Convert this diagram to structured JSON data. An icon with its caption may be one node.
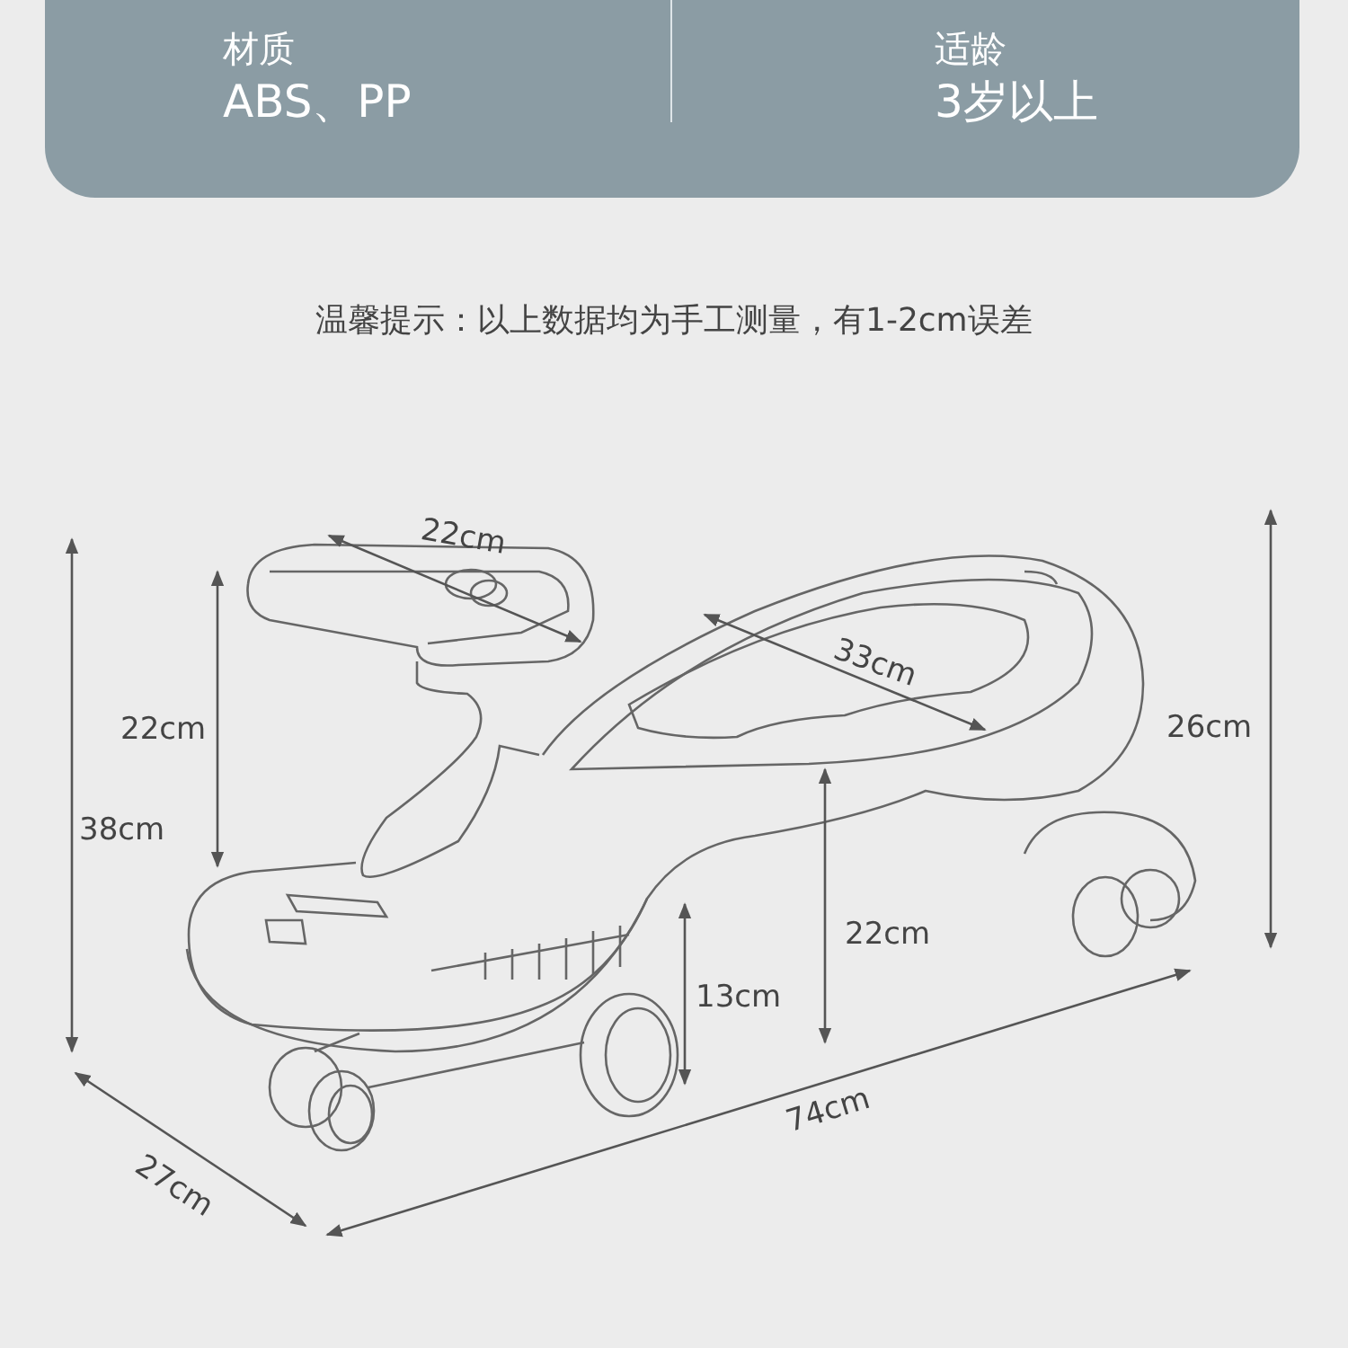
{
  "diagram": {
    "nodes": [
      {
        "text": [
          "材质",
          "ABS、PP",
          "适龄",
          "3岁以上"
        ]
      }
    ],
    "labels": [
      "温馨提示：以上数据均为手工测量，有1-2cm误差",
      "22cm",
      "33cm",
      "22cm",
      "38cm",
      "26cm",
      "22cm",
      "13cm",
      "74cm",
      "27cm"
    ]
  }
}
